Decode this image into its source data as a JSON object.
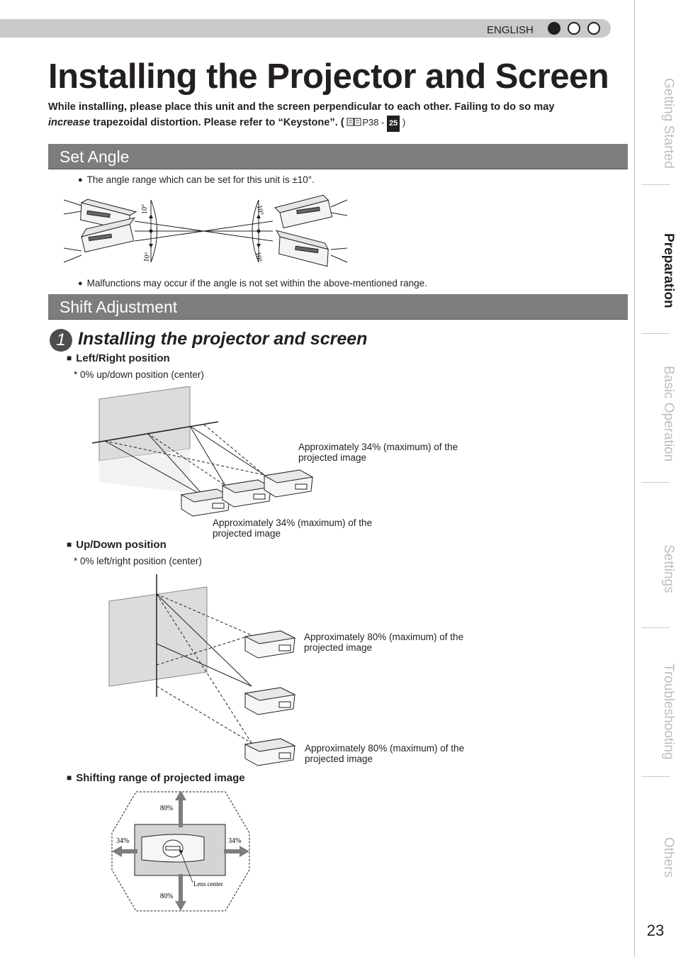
{
  "header": {
    "language": "ENGLISH"
  },
  "title": "Installing the Projector and Screen",
  "intro": {
    "line1": "While installing, please place this unit and the screen perpendicular to each other. Failing to do so may",
    "line2_italic": "increase",
    "line2_rest": " trapezoidal distortion. Please refer to “Keystone”. (",
    "ref_page": "P38 - ",
    "ref_box": "25",
    "ref_close": " )"
  },
  "set_angle": {
    "heading": "Set Angle",
    "bullet1": "The angle range which can be set for this unit is ±10°.",
    "bullet2": "Malfunctions may occur if the angle is not set within the above-mentioned range.",
    "angle_label": "10°"
  },
  "shift": {
    "heading": "Shift Adjustment",
    "step_number": "1",
    "step_title": "Installing the projector and screen",
    "lr_head": "Left/Right position",
    "lr_note": "* 0% up/down position (center)",
    "lr_annot_top": "Approximately 34% (maximum) of the projected image",
    "lr_annot_bottom": "Approximately 34% (maximum) of the projected image",
    "ud_head": "Up/Down position",
    "ud_note": "* 0% left/right position (center)",
    "ud_annot_top": "Approximately 80% (maximum) of the projected image",
    "ud_annot_bottom": "Approximately 80% (maximum) of the projected image",
    "range_head": "Shifting range of projected image",
    "range_top": "80%",
    "range_bottom": "80%",
    "range_left": "34%",
    "range_right": "34%",
    "lens_center": "Lens center"
  },
  "side_tabs": [
    "Getting Started",
    "Preparation",
    "Basic Operation",
    "Settings",
    "Troubleshooting",
    "Others"
  ],
  "active_tab": "Preparation",
  "page_number": "23"
}
